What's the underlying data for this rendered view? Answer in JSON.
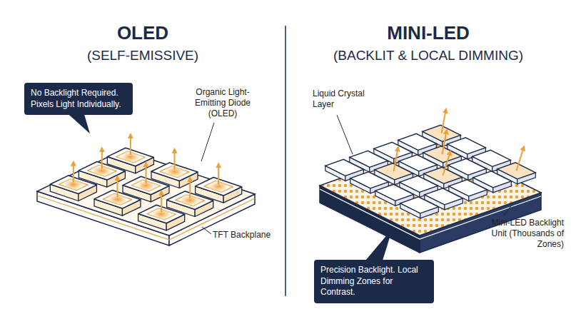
{
  "diagram": {
    "nodes": [
      {
        "text": [
          "No Backlight Required. Pixels Light Individually."
        ]
      },
      {
        "text": [
          "Precision Backlight. Local Dimming Zones for Contrast."
        ]
      }
    ],
    "labels": [
      "OLED",
      "(SELF-EMISSIVE)",
      "Organic Light-Emitting Diode (OLED)",
      "TFT Backplane",
      "MINI-LED",
      "(BACKLIT & LOCAL DIMMING)",
      "Liquid Crystal Layer",
      "Mini-LED Backlight Unit (Thousands of Zones)"
    ]
  }
}
